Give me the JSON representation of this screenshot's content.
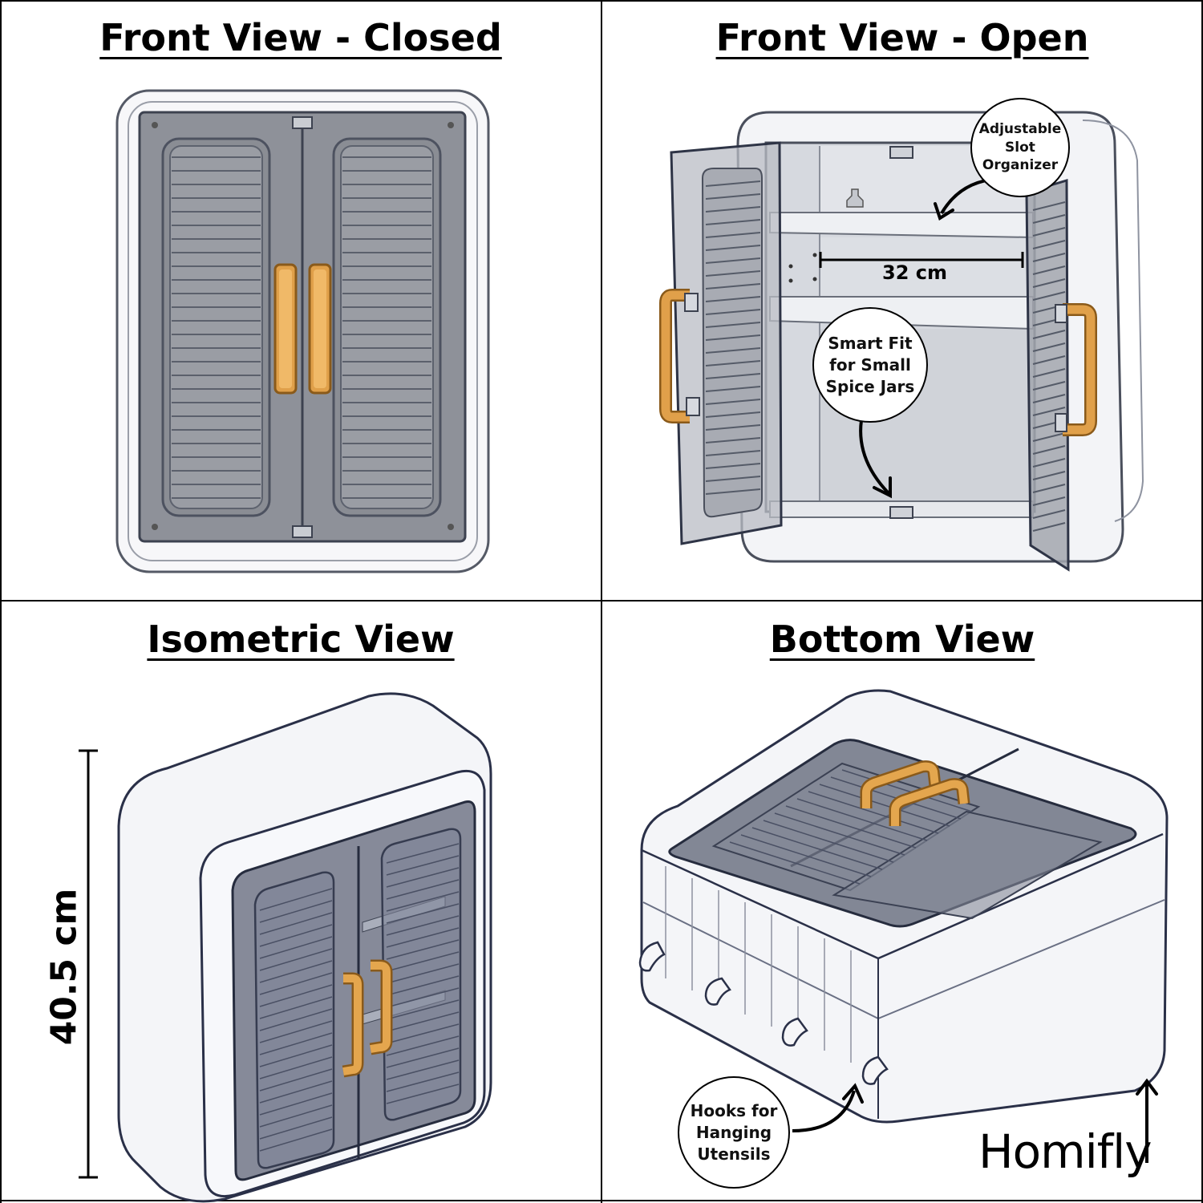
{
  "panels": {
    "front_closed": {
      "title": "Front View - Closed"
    },
    "front_open": {
      "title": "Front View - Open",
      "callout_slot": "Adjustable\nSlot\nOrganizer",
      "callout_spice": "Smart Fit\nfor Small\nSpice Jars",
      "width_label": "32 cm"
    },
    "isometric": {
      "title": "Isometric View",
      "height_label": "40.5 cm"
    },
    "bottom": {
      "title": "Bottom View",
      "callout_hooks": "Hooks for\nHanging\nUtensils"
    }
  },
  "brand": {
    "name": "Homifly"
  },
  "colors": {
    "border": "#000000",
    "cabinet_white": "#f4f5f8",
    "cabinet_outline": "#2a3048",
    "door_gray": "#8c9098",
    "door_dark": "#5c6270",
    "handle_orange": "#e0a04a",
    "interior": "#d9dce2"
  }
}
